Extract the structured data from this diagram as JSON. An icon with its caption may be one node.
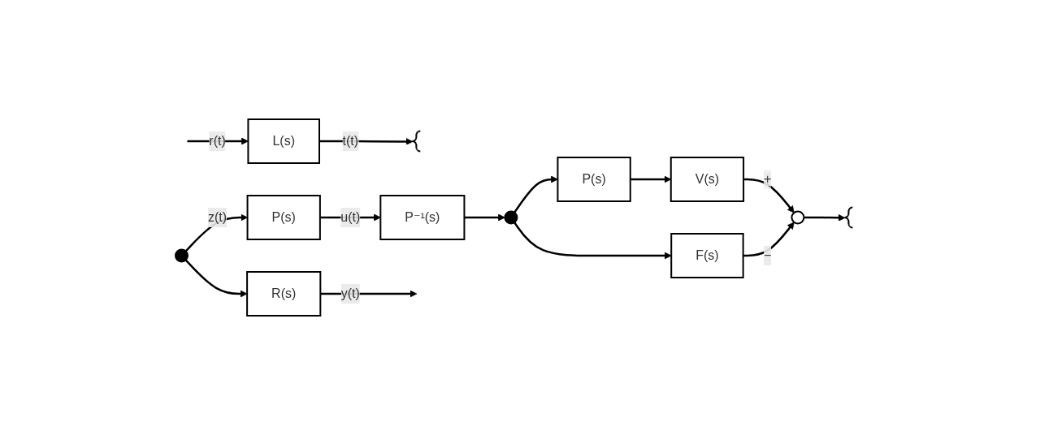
{
  "diagram": {
    "nodes": [
      {
        "text": [
          "L(s)"
        ]
      },
      {
        "text": [],
        "shape": "brace"
      },
      {
        "text": [],
        "shape": "brace"
      },
      {
        "text": [],
        "shape": "circle"
      },
      {
        "text": [
          "V(s)"
        ]
      },
      {
        "text": [
          "P(s)"
        ]
      },
      {
        "text": [],
        "shape": "circle"
      },
      {
        "text": [
          "P⁻¹(s)"
        ]
      },
      {
        "text": [
          "F(s)"
        ]
      },
      {
        "text": [
          "R(s)"
        ]
      },
      {
        "text": [],
        "shape": "circle"
      },
      {
        "text": [
          "P(s)"
        ]
      }
    ],
    "edges": [
      {
        "from": null,
        "to": 0,
        "arrow": "to",
        "label": "r(t)"
      },
      {
        "from": 0,
        "to": 1,
        "arrow": "to",
        "label": "t(t)"
      },
      {
        "from": 3,
        "to": 2,
        "arrow": "to"
      },
      {
        "from": 4,
        "to": 3,
        "arrow": "to",
        "label": "+"
      },
      {
        "from": 5,
        "to": 4,
        "arrow": "to"
      },
      {
        "from": 6,
        "to": 5,
        "arrow": "to"
      },
      {
        "from": 7,
        "to": 6,
        "arrow": "to"
      },
      {
        "from": 6,
        "to": 8,
        "arrow": "to"
      },
      {
        "from": 8,
        "to": 3,
        "arrow": "to",
        "label": "−"
      },
      {
        "from": 11,
        "to": 7,
        "arrow": "to",
        "label": "u(t)"
      },
      {
        "from": 10,
        "to": 9,
        "arrow": "to"
      },
      {
        "from": 10,
        "to": 11,
        "arrow": "to",
        "label": "z(t)"
      },
      {
        "from": 9,
        "to": null,
        "arrow": "to",
        "label": "y(t)"
      }
    ]
  }
}
